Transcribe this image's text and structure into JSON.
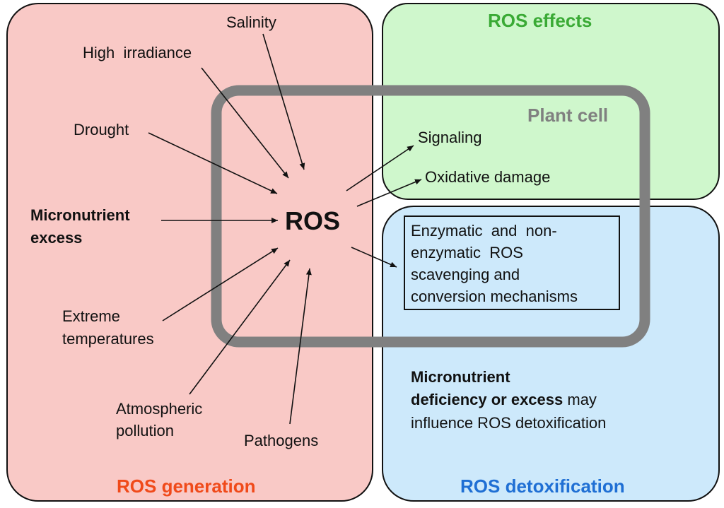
{
  "regions": {
    "generation": {
      "title": "ROS generation",
      "fill": "#f9c9c6",
      "title_color": "#f04a1a"
    },
    "effects": {
      "title": "ROS effects",
      "fill": "#cff7cc",
      "title_color": "#3aaa35"
    },
    "detoxification": {
      "title": "ROS detoxification",
      "fill": "#cde9fb",
      "title_color": "#1f6fd4"
    },
    "plant_cell": {
      "title": "Plant cell",
      "stroke": "#808080",
      "title_color": "#808080"
    }
  },
  "center": {
    "label": "ROS"
  },
  "stressors": {
    "salinity": "Salinity",
    "high_irradiance": "High  irradiance",
    "drought": "Drought",
    "micronutrient_excess_line1": "Micronutrient",
    "micronutrient_excess_line2": "excess",
    "extreme_temp_line1": "Extreme",
    "extreme_temp_line2": "temperatures",
    "atmospheric_line1": "Atmospheric",
    "atmospheric_line2": "pollution",
    "pathogens": "Pathogens"
  },
  "effects": {
    "signaling": "Signaling",
    "oxidative_damage": "Oxidative damage"
  },
  "scavenging": {
    "line1": "Enzymatic  and  non-",
    "line2": "enzymatic  ROS",
    "line3": "scavenging and",
    "line4": "conversion mechanisms"
  },
  "deficiency_note": {
    "line1": "Micronutrient",
    "line2_bold": "deficiency or excess",
    "line2_rest": " may",
    "line3": "influence ROS detoxification"
  }
}
